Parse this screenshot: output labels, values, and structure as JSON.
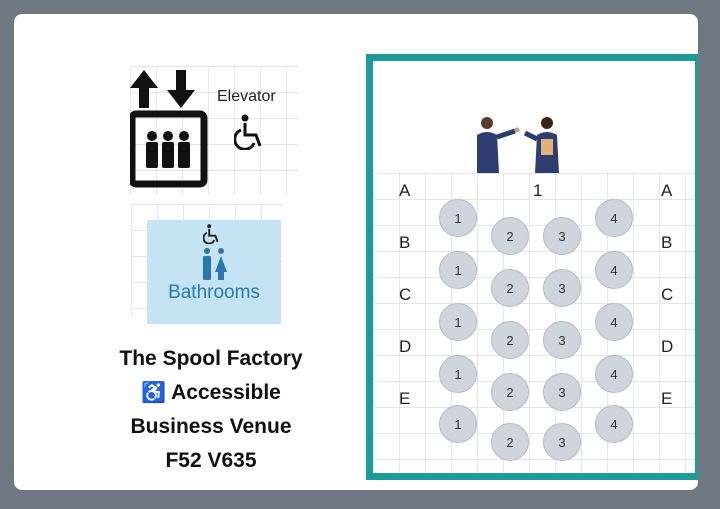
{
  "elevator": {
    "label": "Elevator"
  },
  "bathrooms": {
    "label": "Bathrooms"
  },
  "venue": {
    "line1": "The Spool Factory",
    "line2": "Accessible",
    "line3": "Business Venue",
    "line4": "F52 V635",
    "accessible_symbol": "♿"
  },
  "seating": {
    "table_number": "1",
    "row_labels": [
      "A",
      "B",
      "C",
      "D",
      "E"
    ],
    "seat_columns": [
      "1",
      "2",
      "3",
      "4"
    ]
  },
  "colors": {
    "frame": "#1f9a9a",
    "bathroom_panel": "#c5e3f2",
    "seat": "#d0d4dc"
  },
  "icons": [
    "up-down-arrows-icon",
    "elevator-people-icon",
    "wheelchair-icon",
    "restroom-icon",
    "presenters-illustration"
  ]
}
